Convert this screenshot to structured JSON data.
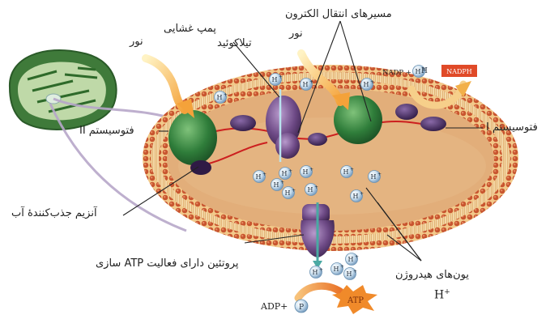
{
  "labels": {
    "electron_paths": "مسیرهای انتقال الکترون",
    "membrane_pump": "پمپ غشایی",
    "thylakoid": "تیلاکوئید",
    "light_left": "نور",
    "light_right": "نور",
    "photosystem_2": "فتوسیستم II",
    "photosystem_1": "فتوسیستم I",
    "water_splitting_enzyme": "آنزیم جذب‌کنندهٔ آب",
    "atp_synthase": "پروتئین دارای فعالیت ATP سازی",
    "hydrogen_ions": "یون‌های هیدروژن",
    "h_plus_sample": "H",
    "h_plus_sup": "+"
  },
  "reaction": {
    "nadp_text": "NADP +",
    "h_ion": "H",
    "nadph": "NADPH",
    "adp_text": "ADP+",
    "p_text": "P",
    "atp": "ATP"
  },
  "ion_symbol": "H",
  "ion_charge": "+",
  "colors": {
    "membrane_head": "#c8552f",
    "membrane_tail": "#f2c98a",
    "lumen": "#e2ae7a",
    "protein_green": "#2f7d3a",
    "protein_purple": "#6e4a86",
    "light_arrow": "#f4b44a",
    "nadph_box": "#e04a28",
    "atp_arrow": "#f08a2a"
  }
}
